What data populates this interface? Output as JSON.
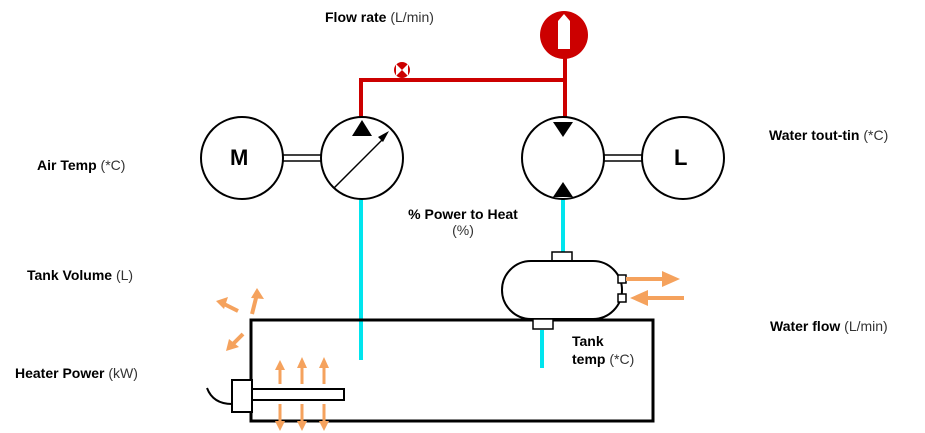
{
  "labels": {
    "flow_rate": {
      "name": "Flow rate",
      "unit": "(L/min)"
    },
    "air_temp": {
      "name": "Air Temp",
      "unit": "(*C)"
    },
    "tank_volume": {
      "name": "Tank Volume",
      "unit": "(L)"
    },
    "heater_power": {
      "name": "Heater Power",
      "unit": "(kW)"
    },
    "power_to_heat": {
      "name": "% Power to Heat",
      "unit": "(%)"
    },
    "water_tout_tin": {
      "name": "Water tout-tin",
      "unit": "(*C)"
    },
    "water_flow": {
      "name": "Water flow",
      "unit": "(L/min)"
    },
    "tank_temp": {
      "name": "Tank",
      "name2": "temp",
      "unit": "(*C)"
    }
  },
  "machines": {
    "motor_letter": "M",
    "load_letter": "L"
  },
  "colors": {
    "pipe_red": "#cc0000",
    "pipe_cyan": "#00e5ee",
    "heat_orange": "#f5a25d",
    "line_black": "#000000"
  }
}
